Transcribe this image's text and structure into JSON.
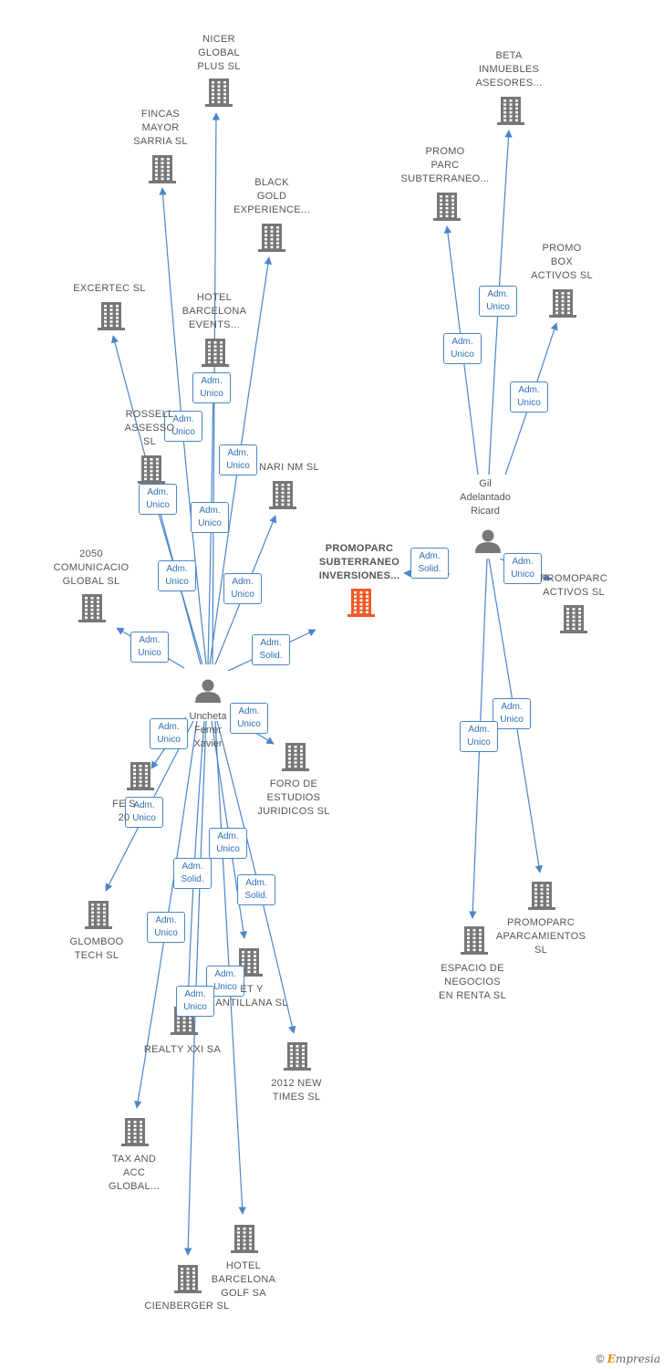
{
  "colors": {
    "edge": "#4a86c8",
    "company": "#777777",
    "focus": "#f05a24",
    "person": "#777777",
    "label_text": "#555555"
  },
  "footer": {
    "copyright": "©",
    "brand": "mpresia",
    "brand_initial": "E"
  },
  "persons": [
    {
      "id": "p1",
      "label": "Uncheta\nFerrer\nXavier"
    },
    {
      "id": "p2",
      "label": "Gil\nAdelantado\nRicard"
    }
  ],
  "companies": [
    {
      "id": "c_nicer",
      "label": "NICER\nGLOBAL\nPLUS  SL"
    },
    {
      "id": "c_fincas",
      "label": "FINCAS\nMAYOR\nSARRIA SL"
    },
    {
      "id": "c_black",
      "label": "BLACK\nGOLD\nEXPERIENCE..."
    },
    {
      "id": "c_excertec",
      "label": "EXCERTEC SL"
    },
    {
      "id": "c_hotelbcn",
      "label": "HOTEL\nBARCELONA\nEVENTS..."
    },
    {
      "id": "c_rossell",
      "label": "ROSSELL\nASSESSO\nSL"
    },
    {
      "id": "c_nari",
      "label": "NARI NM  SL"
    },
    {
      "id": "c_2050",
      "label": "2050\nCOMUNICACIO\nGLOBAL  SL"
    },
    {
      "id": "c_focus",
      "label": "PROMOPARC\nSUBTERRANEO\nINVERSIONES..."
    },
    {
      "id": "c_fe",
      "label": "FE      S\n20"
    },
    {
      "id": "c_foro",
      "label": "FORO DE\nESTUDIOS\nJURIDICOS  SL"
    },
    {
      "id": "c_glomboo",
      "label": "GLOMBOO\nTECH  SL"
    },
    {
      "id": "c_santillana",
      "label": "ET Y\nANTILLANA SL"
    },
    {
      "id": "c_realty",
      "label": "REALTY XXI SA"
    },
    {
      "id": "c_2012",
      "label": "2012 NEW\nTIMES SL"
    },
    {
      "id": "c_tax",
      "label": "TAX AND\nACC\nGLOBAL..."
    },
    {
      "id": "c_hotelgolf",
      "label": "HOTEL\nBARCELONA\nGOLF SA"
    },
    {
      "id": "c_cienberger",
      "label": "CIENBERGER SL"
    },
    {
      "id": "c_beta",
      "label": "BETA\nINMUEBLES\nASESORES..."
    },
    {
      "id": "c_promoparc_sub",
      "label": "PROMO\nPARC\nSUBTERRANEO..."
    },
    {
      "id": "c_promobox",
      "label": "PROMO\nBOX\nACTIVOS  SL"
    },
    {
      "id": "c_promoparc_act",
      "label": "PROMOPARC\nACTIVOS  SL"
    },
    {
      "id": "c_promoparc_apar",
      "label": "PROMOPARC\nAPARCAMIENTOS\nSL"
    },
    {
      "id": "c_espacio",
      "label": "ESPACIO DE\nNEGOCIOS\nEN RENTA SL"
    }
  ],
  "edges": [
    {
      "from": "p1",
      "to": "c_nicer",
      "label": "Adm.\nUnico"
    },
    {
      "from": "p1",
      "to": "c_fincas",
      "label": "Adm.\nUnico"
    },
    {
      "from": "p1",
      "to": "c_black",
      "label": "Adm.\nUnico"
    },
    {
      "from": "p1",
      "to": "c_excertec",
      "label": "Adm.\nUnico"
    },
    {
      "from": "p1",
      "to": "c_hotelbcn",
      "label": "Adm.\nUnico"
    },
    {
      "from": "p1",
      "to": "c_rossell",
      "label": "Adm.\nUnico"
    },
    {
      "from": "p1",
      "to": "c_nari",
      "label": "Adm.\nUnico"
    },
    {
      "from": "p1",
      "to": "c_2050",
      "label": "Adm.\nUnico"
    },
    {
      "from": "p1",
      "to": "c_focus",
      "label": "Adm.\nSolid."
    },
    {
      "from": "p1",
      "to": "c_fe",
      "label": "Adm.\nUnico"
    },
    {
      "from": "p1",
      "to": "c_foro",
      "label": "Adm.\nUnico"
    },
    {
      "from": "p1",
      "to": "c_glomboo",
      "label": "Adm.\nUnico"
    },
    {
      "from": "p1",
      "to": "c_santillana",
      "label": "Adm.\nUnico"
    },
    {
      "from": "p1",
      "to": "c_realty",
      "label": "Adm.\nSolid."
    },
    {
      "from": "p1",
      "to": "c_2012",
      "label": "Adm.\nSolid."
    },
    {
      "from": "p1",
      "to": "c_tax",
      "label": "Adm.\nUnico"
    },
    {
      "from": "p1",
      "to": "c_hotelgolf",
      "label": "Adm.\nUnico"
    },
    {
      "from": "p1",
      "to": "c_cienberger",
      "label": "Adm.\nUnico"
    },
    {
      "from": "p2",
      "to": "c_beta",
      "label": "Adm.\nUnico"
    },
    {
      "from": "p2",
      "to": "c_promoparc_sub",
      "label": "Adm.\nUnico"
    },
    {
      "from": "p2",
      "to": "c_promobox",
      "label": "Adm.\nUnico"
    },
    {
      "from": "p2",
      "to": "c_focus",
      "label": "Adm.\nSolid."
    },
    {
      "from": "p2",
      "to": "c_promoparc_act",
      "label": "Adm.\nUnico"
    },
    {
      "from": "p2",
      "to": "c_promoparc_apar",
      "label": "Adm.\nUnico"
    },
    {
      "from": "p2",
      "to": "c_espacio",
      "label": "Adm.\nUnico"
    }
  ]
}
